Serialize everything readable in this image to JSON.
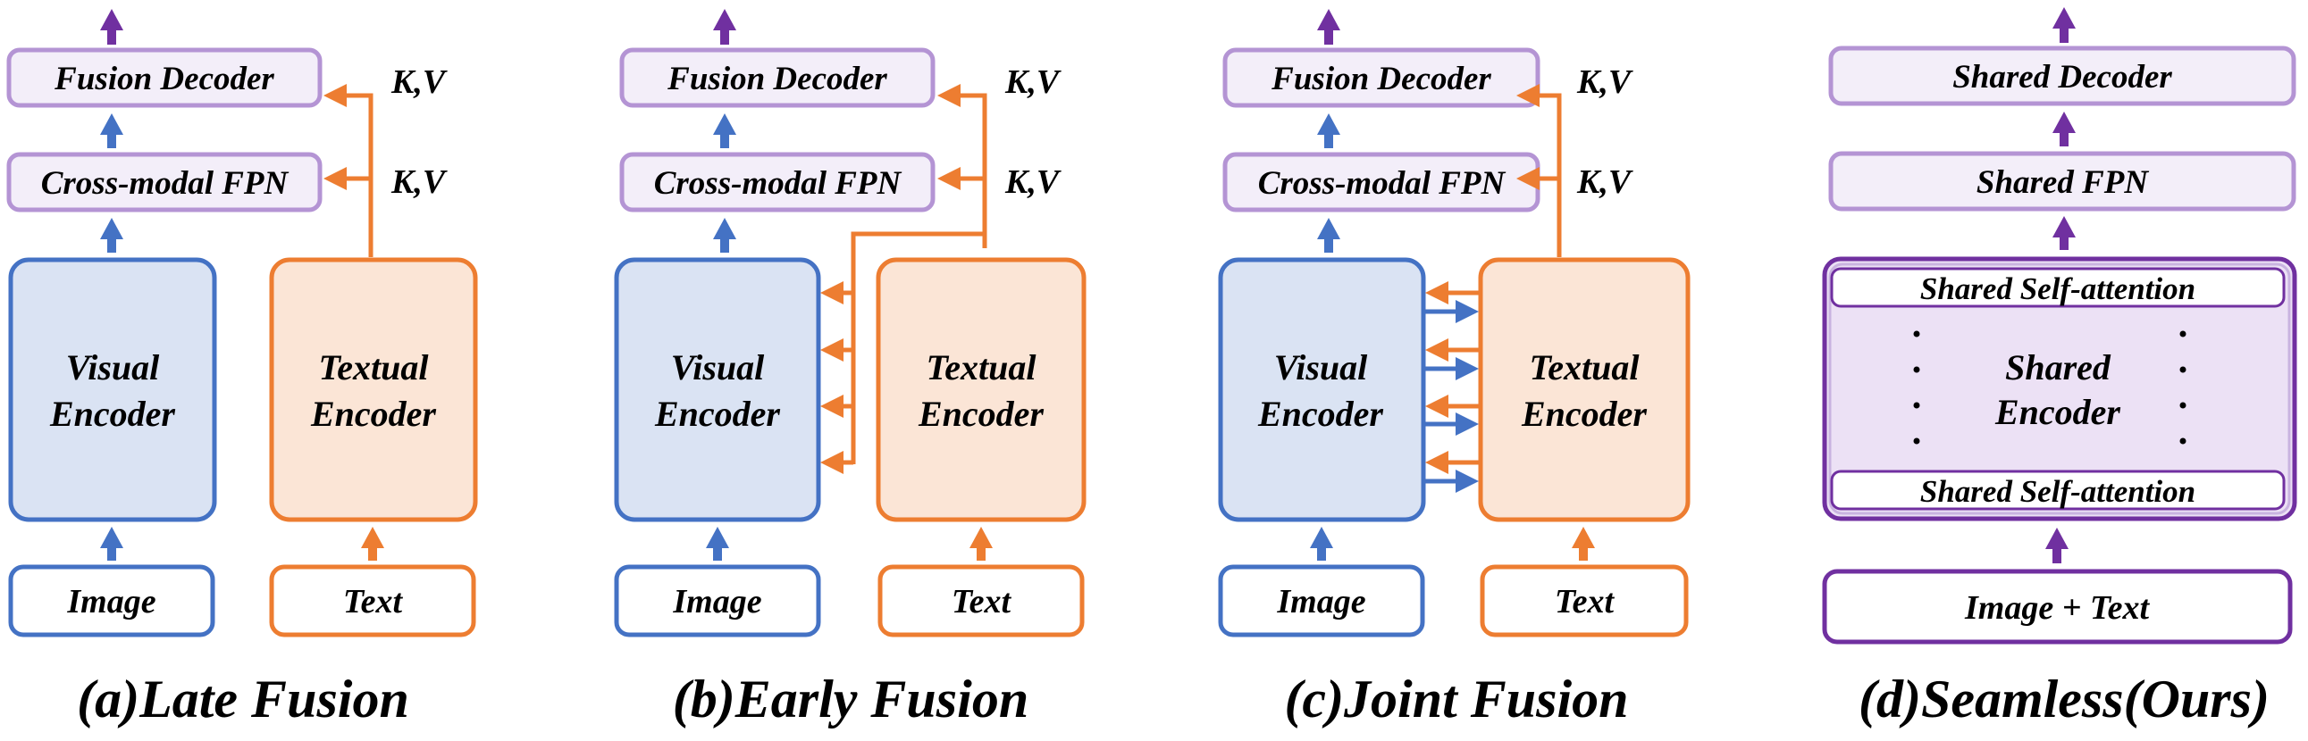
{
  "colors": {
    "blue": "#4472c4",
    "blue_fill": "#dae3f3",
    "orange": "#ed7d31",
    "orange_fill": "#fbe5d6",
    "purple": "#7030a0",
    "purple_light_stroke": "#b494d4",
    "purple_fill": "#f3eef9",
    "purple_enc_fill": "#ece1f5"
  },
  "panels": [
    {
      "id": "a",
      "caption": "(a)Late Fusion",
      "decoder": "Fusion Decoder",
      "fpn": "Cross-modal FPN",
      "visual_encoder": [
        "Visual",
        "Encoder"
      ],
      "textual_encoder": [
        "Textual",
        "Encoder"
      ],
      "image_input": "Image",
      "text_input": "Text",
      "kv_labels": [
        "K,V",
        "K,V"
      ]
    },
    {
      "id": "b",
      "caption": "(b)Early Fusion",
      "decoder": "Fusion Decoder",
      "fpn": "Cross-modal FPN",
      "visual_encoder": [
        "Visual",
        "Encoder"
      ],
      "textual_encoder": [
        "Textual",
        "Encoder"
      ],
      "image_input": "Image",
      "text_input": "Text",
      "kv_labels": [
        "K,V",
        "K,V"
      ]
    },
    {
      "id": "c",
      "caption": "(c)Joint Fusion",
      "decoder": "Fusion Decoder",
      "fpn": "Cross-modal FPN",
      "visual_encoder": [
        "Visual",
        "Encoder"
      ],
      "textual_encoder": [
        "Textual",
        "Encoder"
      ],
      "image_input": "Image",
      "text_input": "Text",
      "kv_labels": [
        "K,V",
        "K,V"
      ]
    },
    {
      "id": "d",
      "caption": "(d)Seamless(Ours)",
      "decoder": "Shared Decoder",
      "fpn": "Shared FPN",
      "encoder": [
        "Shared",
        "Encoder"
      ],
      "self_attention_top": "Shared Self-attention",
      "self_attention_bottom": "Shared Self-attention",
      "input": "Image + Text"
    }
  ]
}
